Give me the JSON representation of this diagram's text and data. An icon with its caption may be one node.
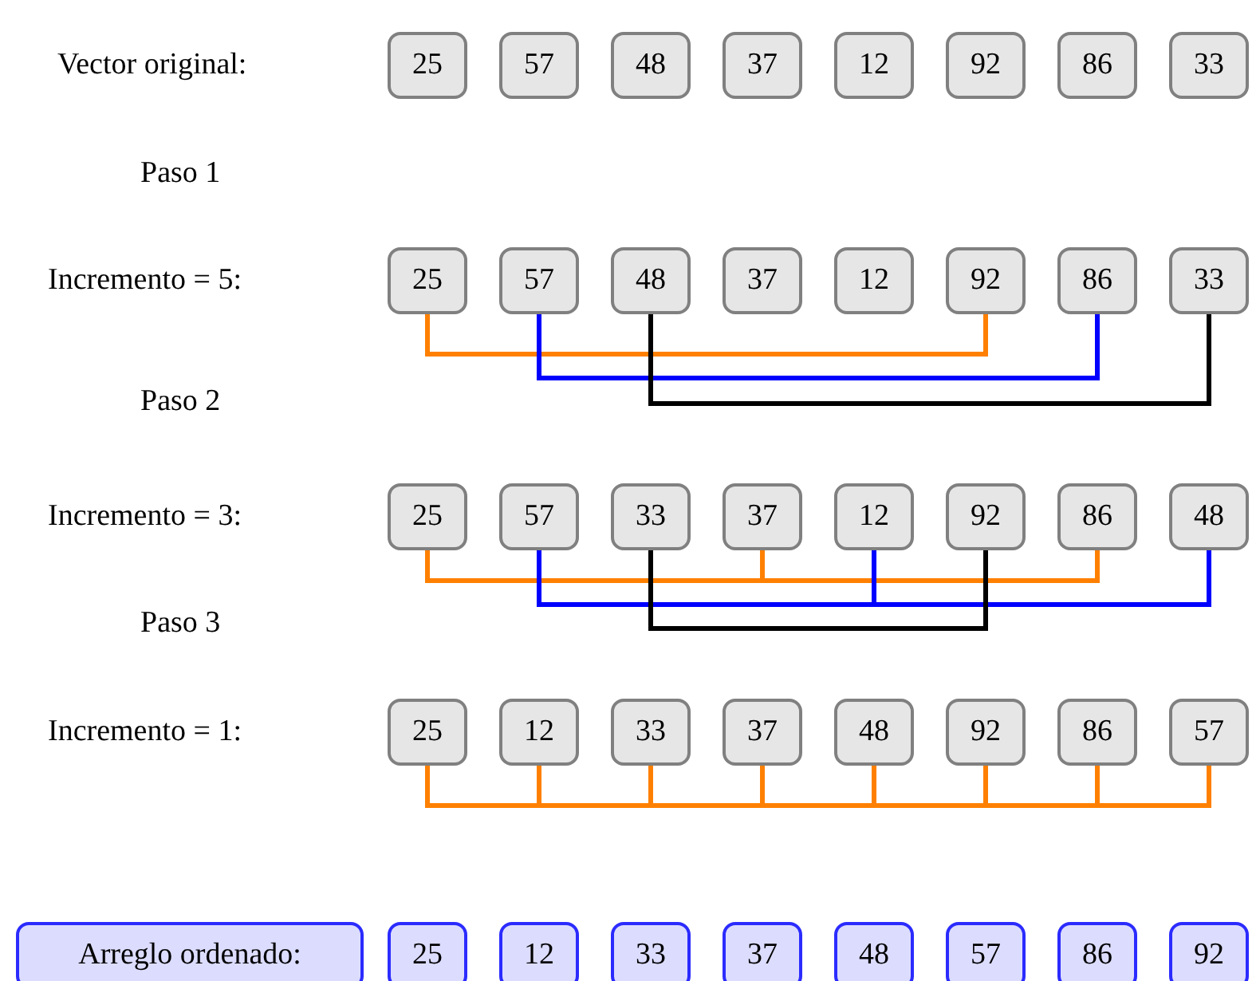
{
  "diagram": {
    "nodes": [
      {
        "text": [
          "25"
        ]
      },
      {
        "text": [
          "57"
        ]
      },
      {
        "text": [
          "48"
        ]
      },
      {
        "text": [
          "37"
        ]
      },
      {
        "text": [
          "12"
        ]
      },
      {
        "text": [
          "92"
        ]
      },
      {
        "text": [
          "86"
        ]
      },
      {
        "text": [
          "33"
        ]
      },
      {
        "text": [
          "25"
        ]
      },
      {
        "text": [
          "57"
        ]
      },
      {
        "text": [
          "48"
        ]
      },
      {
        "text": [
          "37"
        ]
      },
      {
        "text": [
          "12"
        ]
      },
      {
        "text": [
          "92"
        ]
      },
      {
        "text": [
          "86"
        ]
      },
      {
        "text": [
          "33"
        ]
      },
      {
        "text": [
          "25"
        ]
      },
      {
        "text": [
          "57"
        ]
      },
      {
        "text": [
          "33"
        ]
      },
      {
        "text": [
          "37"
        ]
      },
      {
        "text": [
          "12"
        ]
      },
      {
        "text": [
          "92"
        ]
      },
      {
        "text": [
          "86"
        ]
      },
      {
        "text": [
          "48"
        ]
      },
      {
        "text": [
          "25"
        ]
      },
      {
        "text": [
          "12"
        ]
      },
      {
        "text": [
          "33"
        ]
      },
      {
        "text": [
          "37"
        ]
      },
      {
        "text": [
          "48"
        ]
      },
      {
        "text": [
          "92"
        ]
      },
      {
        "text": [
          "86"
        ]
      },
      {
        "text": [
          "57"
        ]
      },
      {
        "text": [
          "Arreglo ordenado:"
        ]
      },
      {
        "text": [
          "25"
        ]
      },
      {
        "text": [
          "12"
        ]
      },
      {
        "text": [
          "33"
        ]
      },
      {
        "text": [
          "37"
        ]
      },
      {
        "text": [
          "48"
        ]
      },
      {
        "text": [
          "57"
        ]
      },
      {
        "text": [
          "86"
        ]
      },
      {
        "text": [
          "92"
        ]
      }
    ],
    "edges": [
      {
        "from": 8,
        "to": 13,
        "arrow": "none"
      },
      {
        "from": 9,
        "to": 14,
        "arrow": "none",
        "color": "#0000ff"
      },
      {
        "from": 10,
        "to": 15,
        "arrow": "none",
        "color": "#000000"
      },
      {
        "from": 16,
        "to": 19,
        "arrow": "none"
      },
      {
        "from": 19,
        "to": 22,
        "arrow": "none"
      },
      {
        "from": 17,
        "to": 20,
        "arrow": "none",
        "color": "#0000ff"
      },
      {
        "from": 20,
        "to": 23,
        "arrow": "none",
        "color": "#0000ff"
      },
      {
        "from": 18,
        "to": 21,
        "arrow": "none",
        "color": "#000000"
      },
      {
        "from": 24,
        "to": 25,
        "arrow": "none"
      },
      {
        "from": 25,
        "to": 26,
        "arrow": "none"
      },
      {
        "from": 26,
        "to": 27,
        "arrow": "none"
      },
      {
        "from": 27,
        "to": 28,
        "arrow": "none"
      },
      {
        "from": 28,
        "to": 29,
        "arrow": "none"
      },
      {
        "from": 29,
        "to": 30,
        "arrow": "none"
      },
      {
        "from": 30,
        "to": 31,
        "arrow": "none"
      }
    ],
    "labels": [
      "Vector original:",
      "Paso 1",
      "Incremento = 5:",
      "Paso 2",
      "Incremento = 3:",
      "Paso 3",
      "Incremento = 1:"
    ]
  }
}
